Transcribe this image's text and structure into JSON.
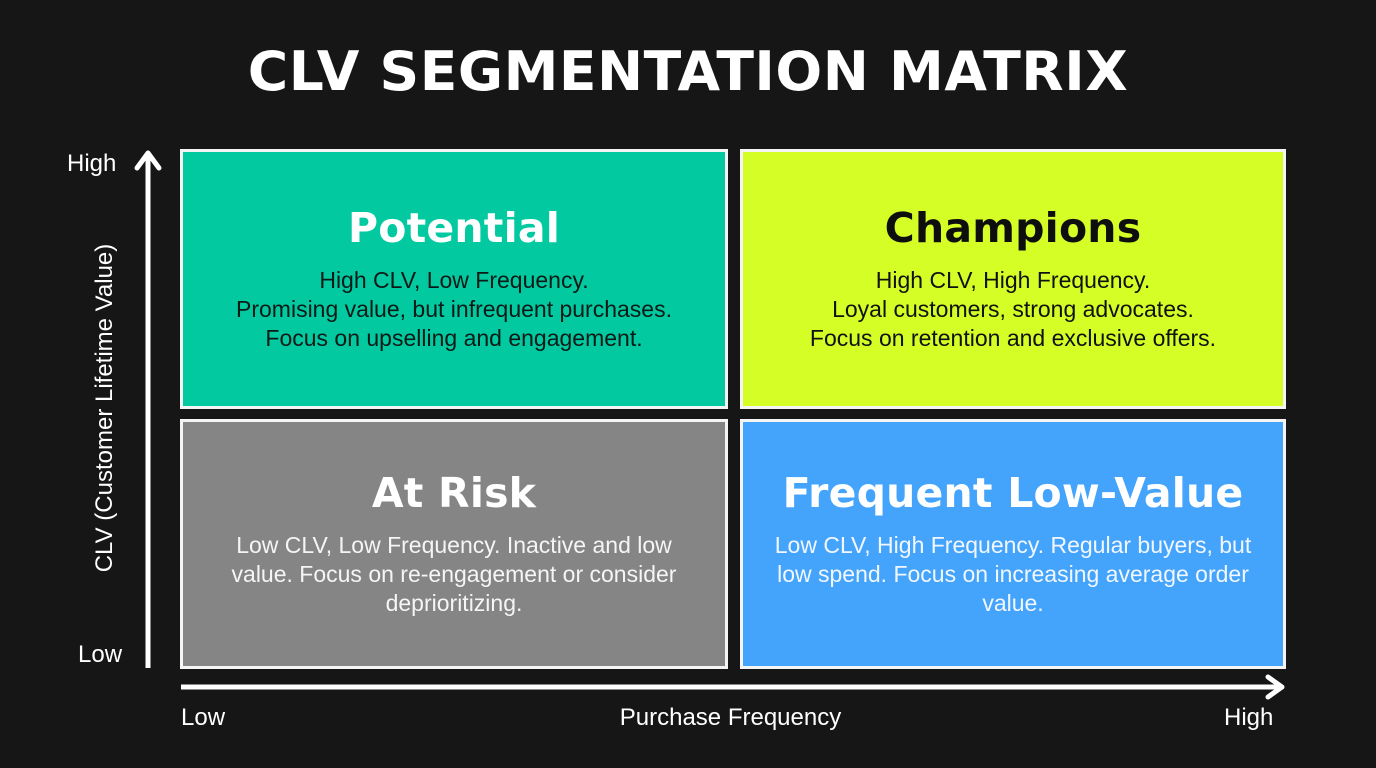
{
  "title": "CLV SEGMENTATION MATRIX",
  "axes": {
    "y": {
      "title": "CLV (Customer Lifetime Value)",
      "high_label": "High",
      "low_label": "Low"
    },
    "x": {
      "title": "Purchase Frequency",
      "low_label": "Low",
      "high_label": "High"
    }
  },
  "quadrants": {
    "top_left": {
      "title": "Potential",
      "description": "High CLV, Low Frequency.\nPromising value, but infrequent purchases.\nFocus on upselling and engagement.",
      "color": "#03c9a1"
    },
    "top_right": {
      "title": "Champions",
      "description": "High CLV, High Frequency.\nLoyal customers, strong advocates.\nFocus on retention and exclusive offers.",
      "color": "#d5fe26"
    },
    "bottom_left": {
      "title": "At Risk",
      "description": "Low CLV, Low Frequency. Inactive and low value. Focus on re-engagement or consider deprioritizing.",
      "color": "#858585"
    },
    "bottom_right": {
      "title": "Frequent Low-Value",
      "description": "Low CLV, High Frequency. Regular buyers, but low spend. Focus on increasing average order value.",
      "color": "#44a4fb"
    }
  },
  "colors": {
    "background": "#161616",
    "axis": "#ffffff",
    "border": "#f4f4f4"
  }
}
